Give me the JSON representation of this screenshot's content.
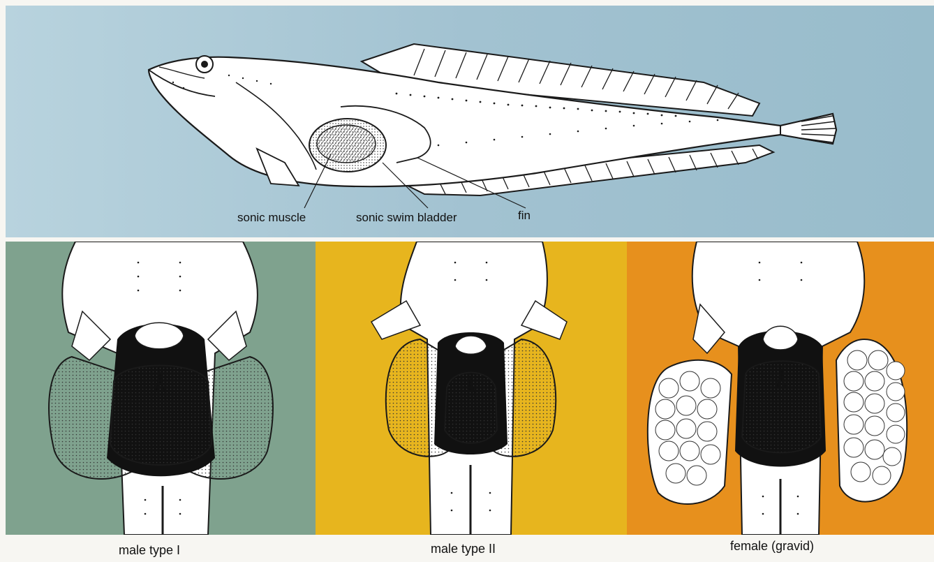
{
  "labels": {
    "sonic_muscle": "sonic muscle",
    "sonic_swim_bladder": "sonic swim bladder",
    "fin": "fin"
  },
  "captions": {
    "male_type_1": "male type I",
    "male_type_2": "male type II",
    "female": "female (gravid)"
  },
  "colors": {
    "top_background": "#9fc0cf",
    "male_type_1_background": "#7fa28e",
    "male_type_2_background": "#e7b51e",
    "female_background": "#e7901d",
    "ink": "#1a1a1a"
  }
}
